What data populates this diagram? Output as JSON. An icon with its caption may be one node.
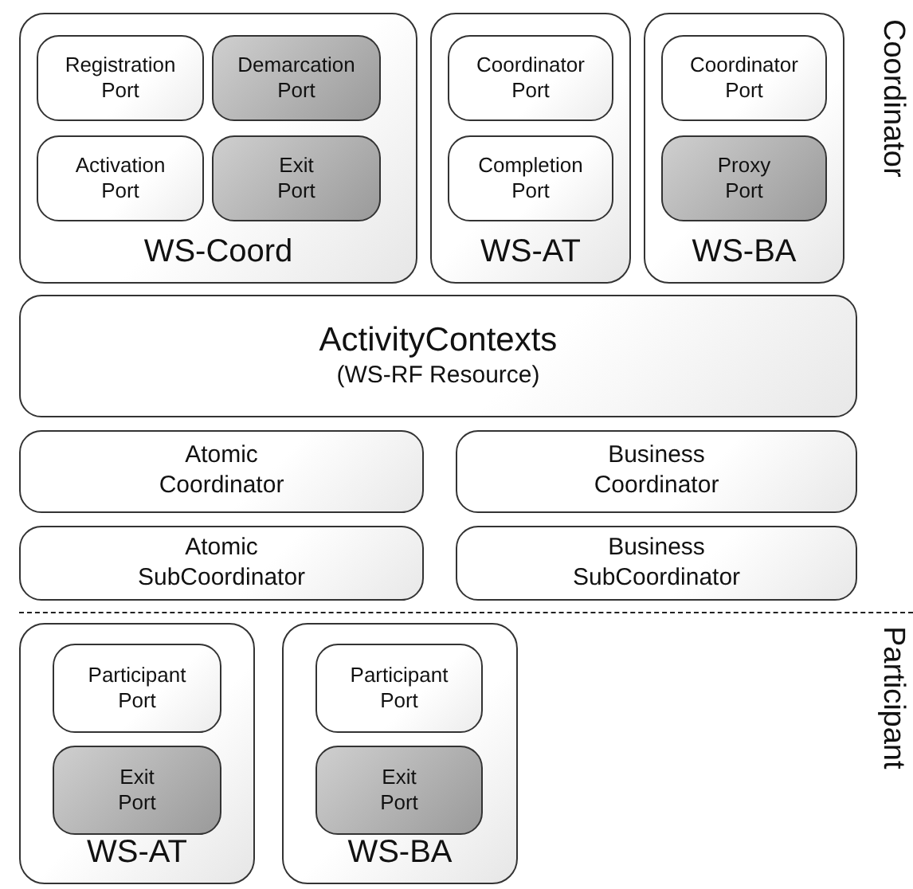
{
  "diagram": {
    "nodes": [
      {
        "text": [
          "WS-Coord"
        ]
      },
      {
        "text": [
          "Registration Port"
        ],
        "in": 0
      },
      {
        "text": [
          "Demarcation Port"
        ],
        "in": 0
      },
      {
        "text": [
          "Activation Port"
        ],
        "in": 0
      },
      {
        "text": [
          "Exit Port"
        ],
        "in": 0
      },
      {
        "text": [
          "WS-AT"
        ]
      },
      {
        "text": [
          "Coordinator Port"
        ],
        "in": 5
      },
      {
        "text": [
          "Completion Port"
        ],
        "in": 5
      },
      {
        "text": [
          "WS-BA"
        ]
      },
      {
        "text": [
          "Coordinator Port"
        ],
        "in": 8
      },
      {
        "text": [
          "Proxy Port"
        ],
        "in": 8
      },
      {
        "text": [
          "ActivityContexts",
          "(WS-RF Resource)"
        ]
      },
      {
        "text": [
          "Atomic Coordinator"
        ]
      },
      {
        "text": [
          "Business Coordinator"
        ]
      },
      {
        "text": [
          "Atomic SubCoordinator"
        ]
      },
      {
        "text": [
          "Business SubCoordinator"
        ]
      },
      {
        "text": [
          "WS-AT"
        ]
      },
      {
        "text": [
          "Participant Port"
        ],
        "in": 16
      },
      {
        "text": [
          "Exit Port"
        ],
        "in": 16
      },
      {
        "text": [
          "WS-BA"
        ]
      },
      {
        "text": [
          "Participant Port"
        ],
        "in": 19
      },
      {
        "text": [
          "Exit Port"
        ],
        "in": 19
      }
    ],
    "labels": [
      "Coordinator",
      "Participant"
    ]
  }
}
